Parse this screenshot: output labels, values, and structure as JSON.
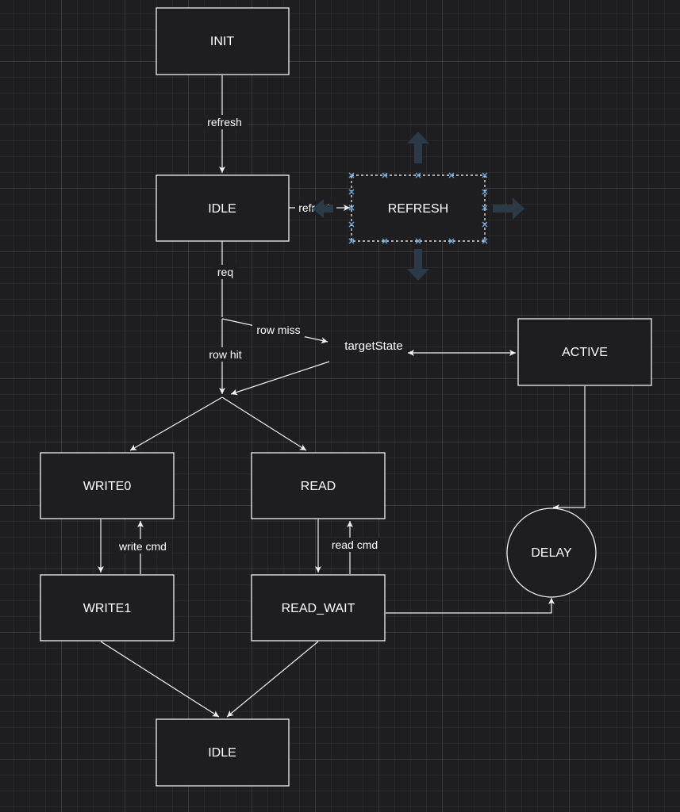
{
  "nodes": {
    "init": "INIT",
    "idle_top": "IDLE",
    "refresh": "REFRESH",
    "target_state": "targetState",
    "active": "ACTIVE",
    "write0": "WRITE0",
    "read": "READ",
    "delay": "DELAY",
    "write1": "WRITE1",
    "read_wait": "READ_WAIT",
    "idle_bottom": "IDLE"
  },
  "edge_labels": {
    "init_to_idle": "refresh",
    "idle_to_refresh": "refresh",
    "idle_req": "req",
    "row_miss": "row miss",
    "row_hit": "row hit",
    "write_cmd": "write cmd",
    "read_cmd": "read cmd"
  },
  "colors": {
    "background": "#1e1d20",
    "stroke": "#f2f2f2",
    "selection_handle": "#6aa9e0",
    "direction_arrow": "#2c3a48"
  }
}
